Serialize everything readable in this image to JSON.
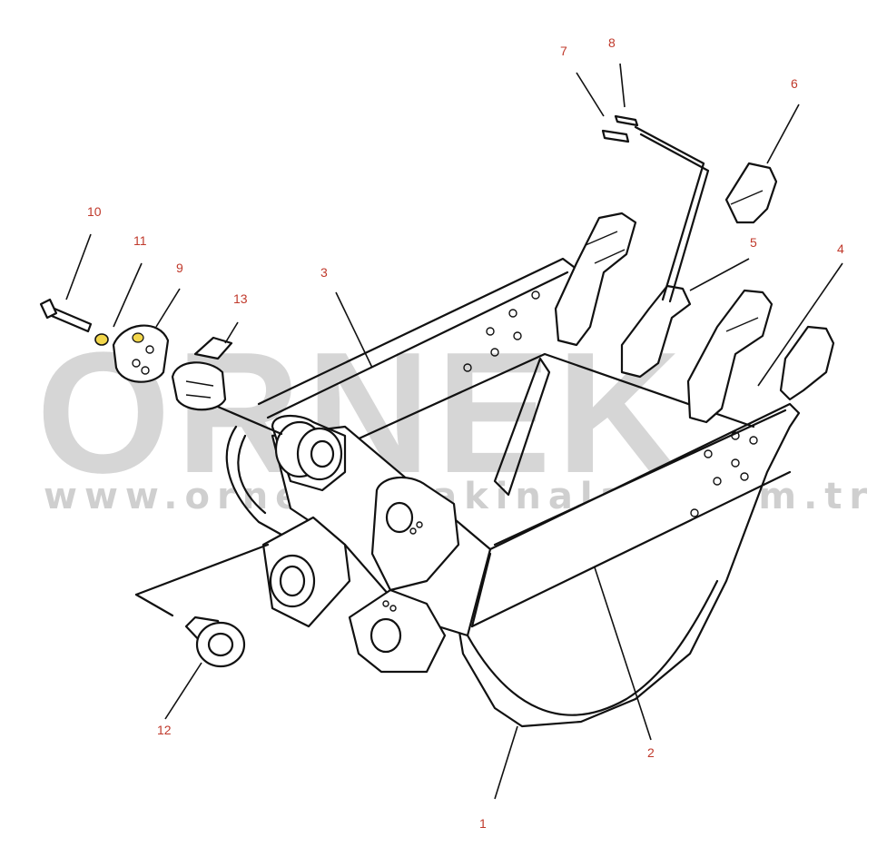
{
  "watermark": {
    "brand": "ORNEK",
    "url": "www.ornekismakinalari.com.tr"
  },
  "callouts": [
    {
      "id": "c1",
      "label": "1"
    },
    {
      "id": "c2",
      "label": "2"
    },
    {
      "id": "c3",
      "label": "3"
    },
    {
      "id": "c4",
      "label": "4"
    },
    {
      "id": "c5",
      "label": "5"
    },
    {
      "id": "c6",
      "label": "6"
    },
    {
      "id": "c7",
      "label": "7"
    },
    {
      "id": "c8",
      "label": "8"
    },
    {
      "id": "c9",
      "label": "9"
    },
    {
      "id": "c10",
      "label": "10"
    },
    {
      "id": "c11",
      "label": "11"
    },
    {
      "id": "c12",
      "label": "12"
    },
    {
      "id": "c13",
      "label": "13"
    }
  ],
  "colors": {
    "callout": "#c0392b",
    "line": "#111111",
    "watermark": "#d6d6d6",
    "highlight": "#f2d64b"
  }
}
